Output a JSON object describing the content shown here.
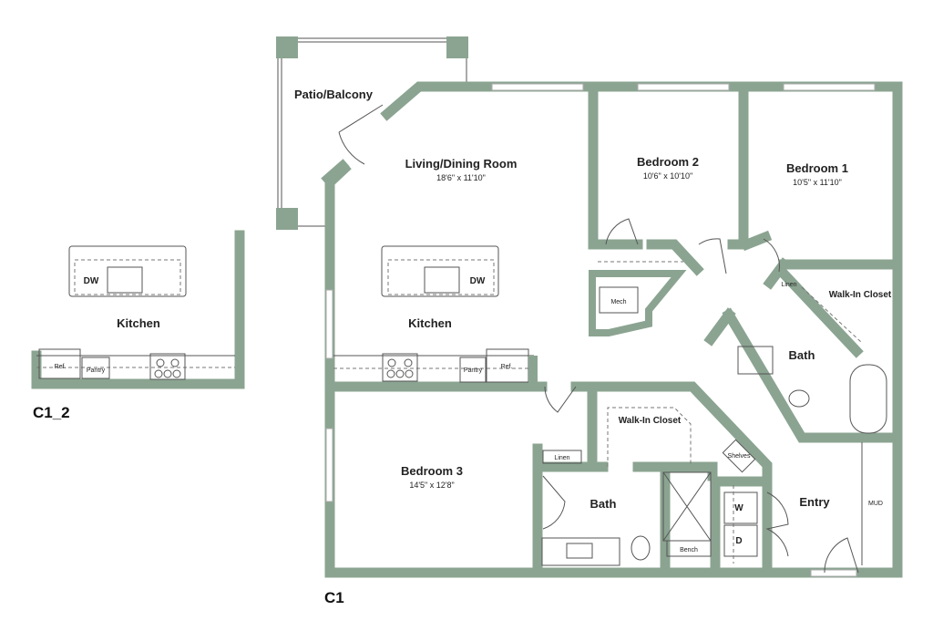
{
  "colors": {
    "wall": "#8ba491",
    "text": "#222222"
  },
  "plans": {
    "main": "C1",
    "alt": "C1_2"
  },
  "rooms": {
    "patio": "Patio/Balcony",
    "living": {
      "name": "Living/Dining Room",
      "dim": "18'6\" x 11'10\""
    },
    "bedroom2": {
      "name": "Bedroom 2",
      "dim": "10'6\" x 10'10\""
    },
    "bedroom1": {
      "name": "Bedroom 1",
      "dim": "10'5\" x 11'10\""
    },
    "bedroom3": {
      "name": "Bedroom 3",
      "dim": "14'5\" x 12'8\""
    },
    "kitchen": "Kitchen",
    "bath": "Bath",
    "bath2": "Bath",
    "walkin1": "Walk-In Closet",
    "walkin2": "Walk-In Closet",
    "entry": "Entry"
  },
  "fixtures": {
    "dw": "DW",
    "ref": "Ref.",
    "pantry": "Pantry",
    "mech": "Mech",
    "linen": "Linen",
    "shelves": "Shelves",
    "washer": "W",
    "dryer": "D",
    "bench": "Bench",
    "mud": "MUD"
  },
  "alt_kitchen": {
    "name": "Kitchen",
    "dw": "DW",
    "ref": "Ref.",
    "pantry": "Pantry"
  }
}
